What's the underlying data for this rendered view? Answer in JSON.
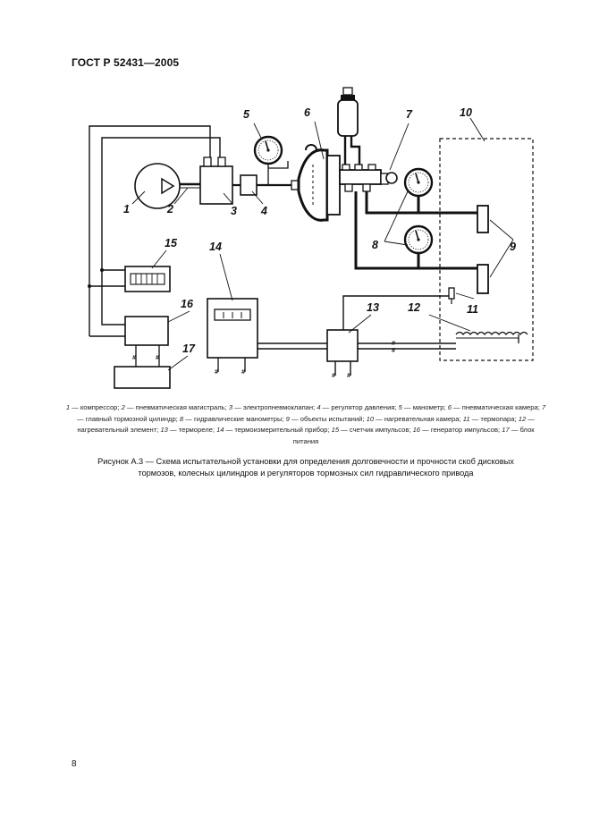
{
  "header": {
    "title": "ГОСТ Р 52431—2005"
  },
  "figure": {
    "callouts": [
      "1",
      "2",
      "3",
      "4",
      "5",
      "6",
      "7",
      "8",
      "9",
      "10",
      "11",
      "12",
      "13",
      "14",
      "15",
      "16",
      "17"
    ],
    "wire_mark": "#"
  },
  "legend": {
    "items": [
      {
        "num": "1",
        "text": " — компрессор; "
      },
      {
        "num": "2",
        "text": " — пневматическая магистраль; "
      },
      {
        "num": "3",
        "text": " — электропневмоклапан; "
      },
      {
        "num": "4",
        "text": " — регулятор давления; "
      },
      {
        "num": "5",
        "text": " — манометр; "
      },
      {
        "num": "6",
        "text": " — пневматическая камера; "
      },
      {
        "num": "7",
        "text": " — главный тормозной цилиндр; "
      },
      {
        "num": "8",
        "text": " — гидравлические манометры; "
      },
      {
        "num": "9",
        "text": " — объекты испытаний; "
      },
      {
        "num": "10",
        "text": " — нагревательная камера; "
      },
      {
        "num": "11",
        "text": " — термопара; "
      },
      {
        "num": "12",
        "text": " — нагревательный элемент; "
      },
      {
        "num": "13",
        "text": " — термореле; "
      },
      {
        "num": "14",
        "text": " — термоизмерительный прибор; "
      },
      {
        "num": "15",
        "text": " — счетчик импульсов; "
      },
      {
        "num": "16",
        "text": " — генератор импульсов; "
      },
      {
        "num": "17",
        "text": " — блок питания"
      }
    ]
  },
  "caption": {
    "line1": "Рисунок А.3 — Схема испытательной установки для определения долговечности и прочности скоб дисковых",
    "line2": "тормозов, колесных цилиндров и регуляторов тормозных сил гидравлического привода"
  },
  "page_number": "8"
}
